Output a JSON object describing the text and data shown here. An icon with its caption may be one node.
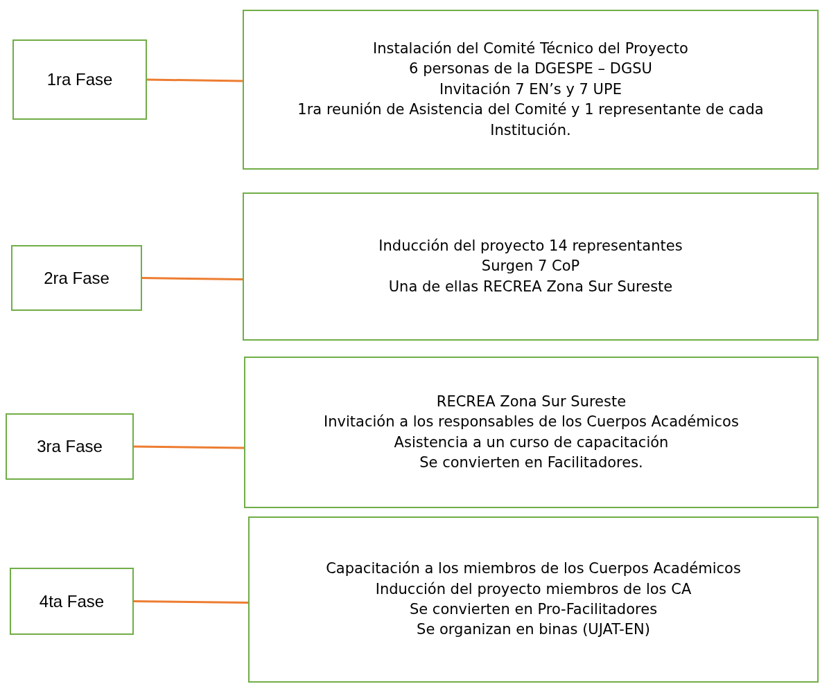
{
  "diagram": {
    "nodes": [
      {
        "text": [
          "1ra Fase"
        ]
      },
      {
        "text": [
          "Instalación del Comité Técnico del Proyecto",
          "6 personas de la DGESPE – DGSU",
          "Invitación 7 EN’s y 7 UPE",
          "1ra reunión de Asistencia del Comité y 1 representante de cada Institución."
        ]
      },
      {
        "text": [
          "2ra Fase"
        ]
      },
      {
        "text": [
          "Inducción del proyecto 14 representantes",
          "Surgen 7 CoP",
          "Una de ellas RECREA Zona Sur Sureste"
        ]
      },
      {
        "text": [
          "3ra Fase"
        ]
      },
      {
        "text": [
          "RECREA Zona Sur Sureste",
          "Invitación a los responsables de los Cuerpos Académicos",
          "Asistencia a un curso de capacitación",
          "Se convierten en Facilitadores."
        ]
      },
      {
        "text": [
          "4ta Fase"
        ]
      },
      {
        "text": [
          "Capacitación a los miembros de los Cuerpos Académicos",
          "Inducción del proyecto miembros de los CA",
          "Se convierten en Pro-Facilitadores",
          "Se organizan en binas (UJAT-EN)"
        ]
      }
    ],
    "edges": [
      {
        "from": 0,
        "to": 1,
        "arrow": "none",
        "color": "#ed7d31"
      },
      {
        "from": 2,
        "to": 3,
        "arrow": "none",
        "color": "#ed7d31"
      },
      {
        "from": 4,
        "to": 5,
        "arrow": "none",
        "color": "#ed7d31"
      },
      {
        "from": 6,
        "to": 7,
        "arrow": "none",
        "color": "#ed7d31"
      }
    ]
  }
}
